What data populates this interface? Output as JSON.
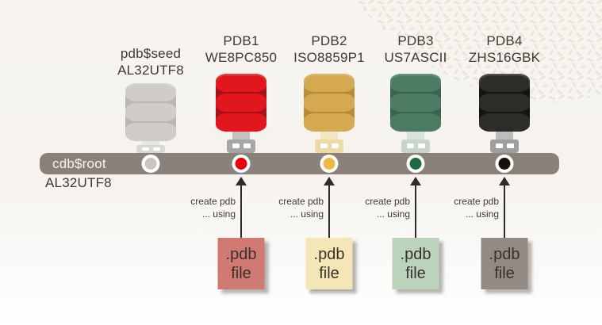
{
  "diagram": {
    "bar": {
      "label": "cdb$root",
      "charset": "AL32UTF8",
      "color": "#8a817a"
    },
    "action_label": {
      "line1": "create pdb",
      "line2": "... using"
    },
    "file_label": {
      "line1": ".pdb",
      "line2": "file"
    },
    "pdbs": [
      {
        "name": "pdb$seed",
        "charset": "AL32UTF8",
        "cylinder": "#cfccc9",
        "divider": "#bab6b3",
        "plug": "#d9d7d4",
        "port": "#c9c5c2",
        "file": null
      },
      {
        "name": "PDB1",
        "charset": "WE8PC850",
        "cylinder": "#e2161d",
        "divider": "#a81016",
        "plug": "#a8a6a4",
        "port": "#ec0009",
        "file": "#d07a72"
      },
      {
        "name": "PDB2",
        "charset": "ISO8859P1",
        "cylinder": "#d5a94f",
        "divider": "#b58d39",
        "plug": "#eedaa6",
        "port": "#f0b942",
        "file": "#f5e6b8"
      },
      {
        "name": "PDB3",
        "charset": "US7ASCII",
        "cylinder": "#4b7c63",
        "divider": "#39634e",
        "plug": "#c5d6c8",
        "port": "#1d6a3e",
        "file": "#bcd2ba"
      },
      {
        "name": "PDB4",
        "charset": "ZHS16GBK",
        "cylinder": "#2e2c29",
        "divider": "#151413",
        "plug": "#a09e9c",
        "port": "#151008",
        "file": "#938a83"
      }
    ]
  },
  "colors": {
    "background_top": "#f7f4f0",
    "background_bottom": "#ffffff",
    "texture": "#e9e3da",
    "arrow": "#2f2b27",
    "text": "#3e3933",
    "bar_text": "#f7f5f2"
  }
}
